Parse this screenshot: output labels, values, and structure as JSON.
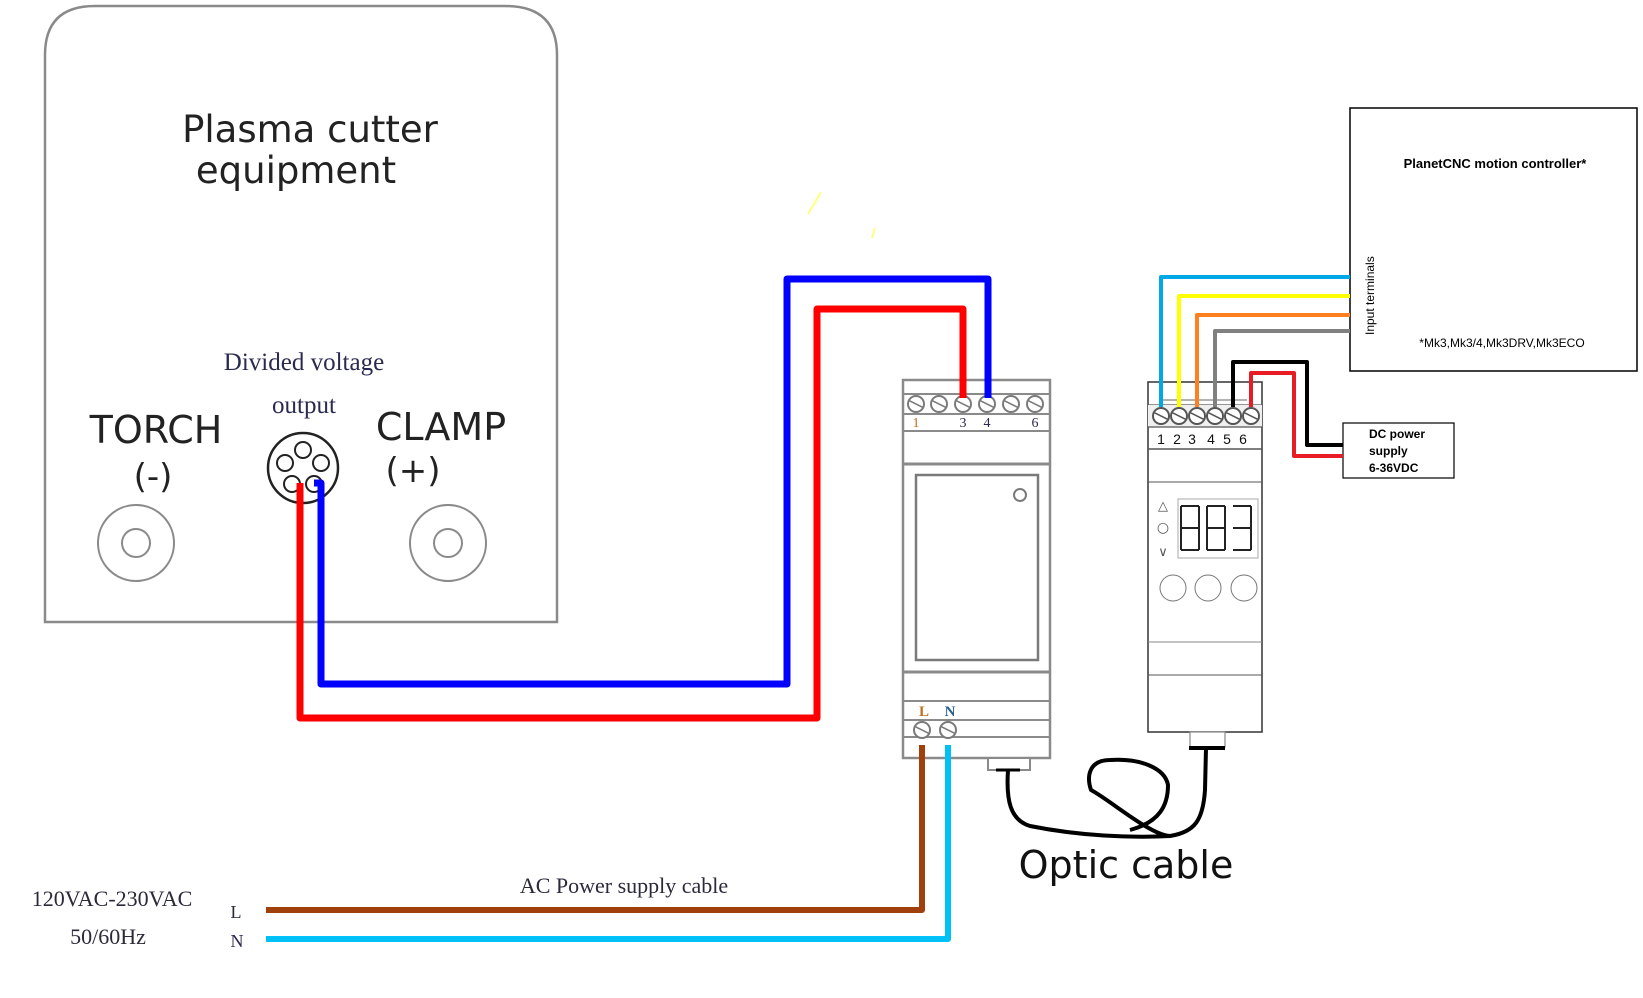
{
  "equipment": {
    "title_line1": "Plasma cutter",
    "title_line2": "equipment",
    "output_label_line1": "Divided voltage",
    "output_label_line2": "output",
    "torch_label": "TORCH",
    "torch_polarity": "(-)",
    "clamp_label": "CLAMP",
    "clamp_polarity": "(+)"
  },
  "module1": {
    "terminal_labels": [
      "1",
      "3",
      "4",
      "6"
    ],
    "power_labels": [
      "L",
      "N"
    ]
  },
  "module2": {
    "terminal_labels": [
      "1",
      "2",
      "3",
      "4",
      "5",
      "6"
    ],
    "display_text": "883",
    "nav_symbols": [
      "△",
      "○",
      "∨"
    ]
  },
  "controller": {
    "title": "PlanetCNC motion controller*",
    "input_label": "Input terminals",
    "footnote": "*Mk3,Mk3/4,Mk3DRV,Mk3ECO"
  },
  "dc_supply": {
    "line1": "DC power",
    "line2": "supply",
    "line3": "6-36VDC"
  },
  "ac_supply": {
    "voltage": "120VAC-230VAC",
    "frequency": "50/60Hz",
    "line_label": "L",
    "neutral_label": "N",
    "cable_label": "AC Power supply cable"
  },
  "optic": {
    "label": "Optic cable"
  },
  "colors": {
    "signal_positive": "#ff0000",
    "signal_negative": "#0000ff",
    "ac_line": "#a0400c",
    "ac_neutral": "#00c0f8",
    "input_1": "#00a8e8",
    "input_2": "#ffff00",
    "input_3": "#ff8020",
    "input_4": "#808080",
    "dc_negative": "#000000",
    "dc_positive": "#e81c24"
  }
}
